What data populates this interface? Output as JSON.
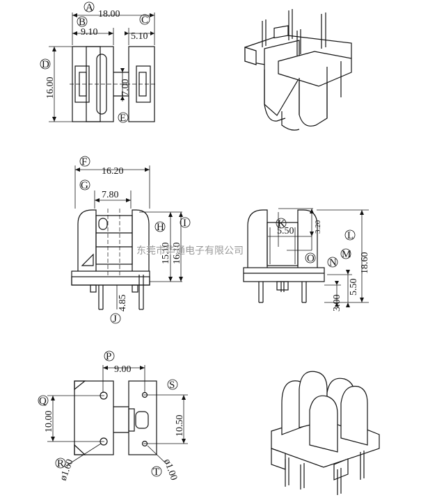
{
  "letters": {
    "A": "A",
    "B": "B",
    "C": "C",
    "D": "D",
    "E": "E",
    "F": "F",
    "G": "G",
    "H": "H",
    "I": "I",
    "J": "J",
    "K": "K",
    "L": "L",
    "M": "M",
    "N": "N",
    "O": "O",
    "P": "P",
    "Q": "Q",
    "R": "R",
    "S": "S",
    "T": "T"
  },
  "dims": {
    "top_overall_width": "18.00",
    "top_left_width": "9.10",
    "top_right_width": "5.10",
    "top_height": "16.00",
    "top_slot": "7.00",
    "front_overall_width": "16.20",
    "front_inner_width": "7.80",
    "front_height_h": "15.10",
    "front_height_i": "16.10",
    "front_pin_length": "4.85",
    "side_k": "5.50",
    "side_top": "3.20",
    "side_overall_height": "18.60",
    "side_m": "5.50",
    "side_n": "3.00",
    "bottom_pin_spacing_x": "9.00",
    "bottom_left_spacing_y": "10.00",
    "bottom_right_spacing_y": "10.50",
    "bottom_hole_r": "ø1.60",
    "bottom_hole_t": "ø1.00"
  },
  "watermark": "东莞市华通电子有限公司"
}
